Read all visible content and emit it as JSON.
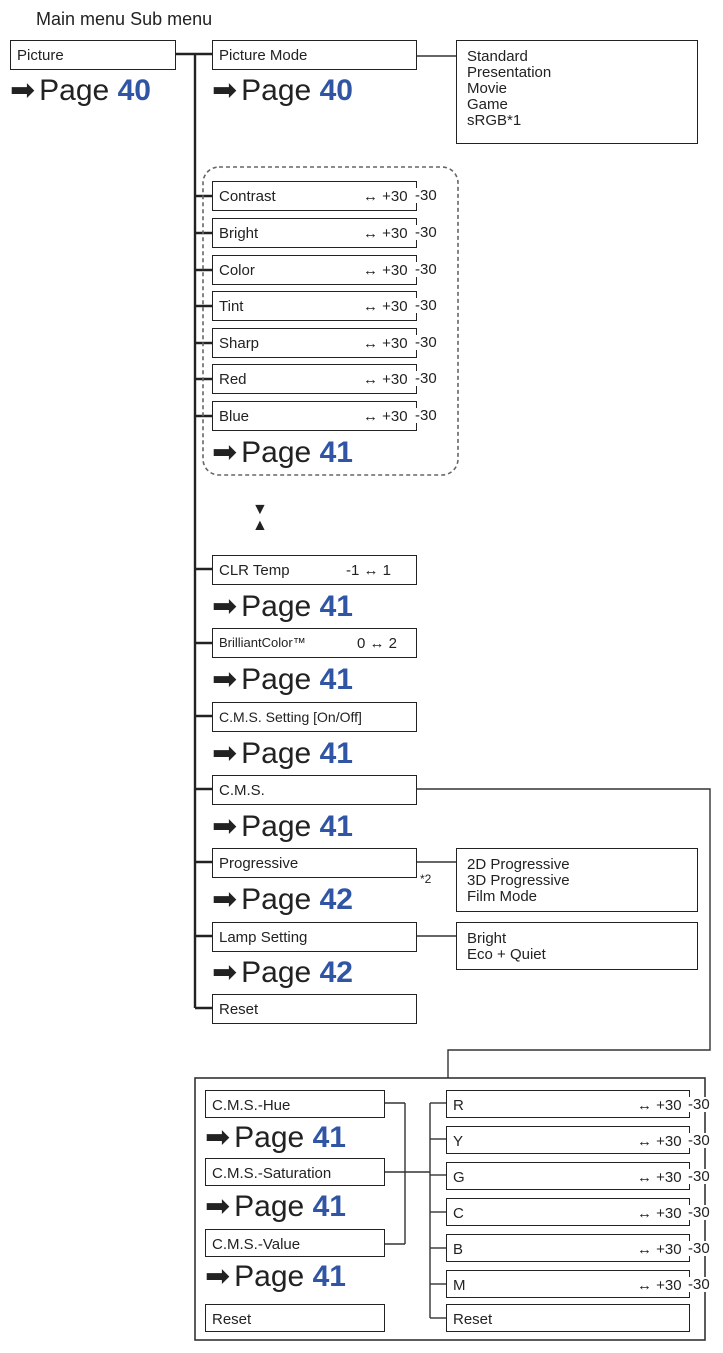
{
  "header": {
    "main_label": "Main menu",
    "sub_label": "Sub menu"
  },
  "page_prefix": "Page",
  "main_menu": {
    "label": "Picture",
    "page": "40"
  },
  "picture_mode": {
    "label": "Picture Mode",
    "page": "40",
    "options": [
      "Standard",
      "Presentation",
      "Movie",
      "Game",
      "sRGB*1"
    ]
  },
  "adjust_group": {
    "items": [
      {
        "label": "Contrast",
        "range": "↔ +30",
        "cut": "-30"
      },
      {
        "label": "Bright",
        "range": "↔ +30",
        "cut": "-30"
      },
      {
        "label": "Color",
        "range": "↔ +30",
        "cut": "-30"
      },
      {
        "label": "Tint",
        "range": "↔ +30",
        "cut": "-30"
      },
      {
        "label": "Sharp",
        "range": "↔ +30",
        "cut": "-30"
      },
      {
        "label": "Red",
        "range": "↔ +30",
        "cut": "-30"
      },
      {
        "label": "Blue",
        "range": "↔ +30",
        "cut": "-30"
      }
    ],
    "page": "41"
  },
  "clr_temp": {
    "label": "CLR Temp",
    "range": "-1 ↔ 1",
    "page": "41"
  },
  "brilliant_color": {
    "label": "BrilliantColor™",
    "range": "0 ↔ 2",
    "page": "41"
  },
  "cms_setting": {
    "label": "C.M.S. Setting [On/Off]",
    "page": "41"
  },
  "cms": {
    "label": "C.M.S.",
    "page": "41"
  },
  "progressive": {
    "label": "Progressive",
    "page": "42",
    "note": "*2",
    "options": [
      "2D Progressive",
      "3D Progressive",
      "Film Mode"
    ]
  },
  "lamp_setting": {
    "label": "Lamp Setting",
    "page": "42",
    "options": [
      "Bright",
      "Eco + Quiet"
    ]
  },
  "reset": {
    "label": "Reset"
  },
  "cms_detail": {
    "left": [
      {
        "label": "C.M.S.-Hue",
        "page": "41"
      },
      {
        "label": "C.M.S.-Saturation",
        "page": "41"
      },
      {
        "label": "C.M.S.-Value",
        "page": "41"
      }
    ],
    "left_reset": "Reset",
    "colors": [
      {
        "label": "R",
        "range": "↔ +30",
        "cut": "-30"
      },
      {
        "label": "Y",
        "range": "↔ +30",
        "cut": "-30"
      },
      {
        "label": "G",
        "range": "↔ +30",
        "cut": "-30"
      },
      {
        "label": "C",
        "range": "↔ +30",
        "cut": "-30"
      },
      {
        "label": "B",
        "range": "↔ +30",
        "cut": "-30"
      },
      {
        "label": "M",
        "range": "↔ +30",
        "cut": "-30"
      }
    ],
    "right_reset": "Reset"
  },
  "colors": {
    "line": "#222222",
    "page_number": "#2f55a4",
    "dashed": "#666666"
  }
}
